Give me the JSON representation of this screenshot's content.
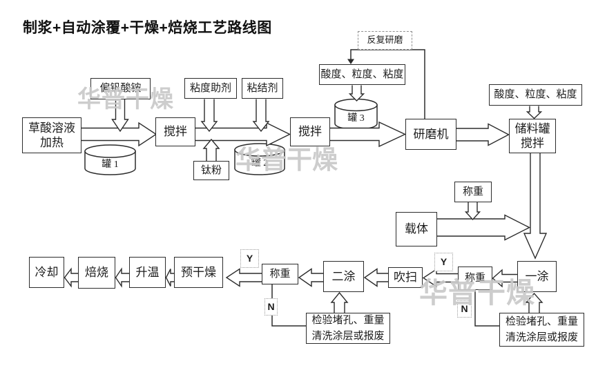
{
  "title": "制浆+自动涂覆+干燥+焙烧工艺路线图",
  "watermark": {
    "text": "华普干燥",
    "color": "#c9c9c9"
  },
  "diagram_colors": {
    "stroke": "#2b2b2b",
    "box_fill": "#ffffff"
  },
  "nodes": {
    "oxalic_heating": {
      "line1": "草酸溶液",
      "line2": "加热"
    },
    "ammonium_metavanadate": {
      "label": "偏钒酸铵"
    },
    "tank1": {
      "label": "罐 1"
    },
    "stir1": {
      "label": "搅拌"
    },
    "viscosity_aid": {
      "label": "粘度助剂"
    },
    "binder": {
      "label": "粘结剂"
    },
    "titanium_powder": {
      "label": "钛粉"
    },
    "tank2": {
      "label": "罐 2"
    },
    "stir2": {
      "label": "搅拌"
    },
    "repeat_grinding": {
      "label": "反复研磨"
    },
    "acidity_check_left": {
      "label": "酸度、粒度、粘度"
    },
    "tank3": {
      "label": "罐 3"
    },
    "grinder": {
      "label": "研磨机"
    },
    "acidity_check_right": {
      "label": "酸度、粒度、粘度"
    },
    "storage_tank": {
      "line1": "储料罐",
      "line2": "搅拌"
    },
    "weigh_carrier": {
      "label": "称重"
    },
    "carrier": {
      "label": "载体"
    },
    "first_coat": {
      "label": "一涂"
    },
    "weigh_right": {
      "label": "称重"
    },
    "purge": {
      "label": "吹扫"
    },
    "second_coat": {
      "label": "二涂"
    },
    "weigh_left": {
      "label": "称重"
    },
    "pre_dry": {
      "label": "预干燥"
    },
    "heat_up": {
      "label": "升温"
    },
    "roasting": {
      "label": "焙烧"
    },
    "cooling": {
      "label": "冷却"
    },
    "inspect_left": {
      "line1": "检验堵孔、重量",
      "line2": "清洗涂层或报废"
    },
    "inspect_right": {
      "line1": "检验堵孔、重量",
      "line2": "清洗涂层或报废"
    },
    "yes_left": {
      "label": "Y"
    },
    "no_left": {
      "label": "N"
    },
    "yes_right": {
      "label": "Y"
    },
    "no_right": {
      "label": "N"
    }
  }
}
